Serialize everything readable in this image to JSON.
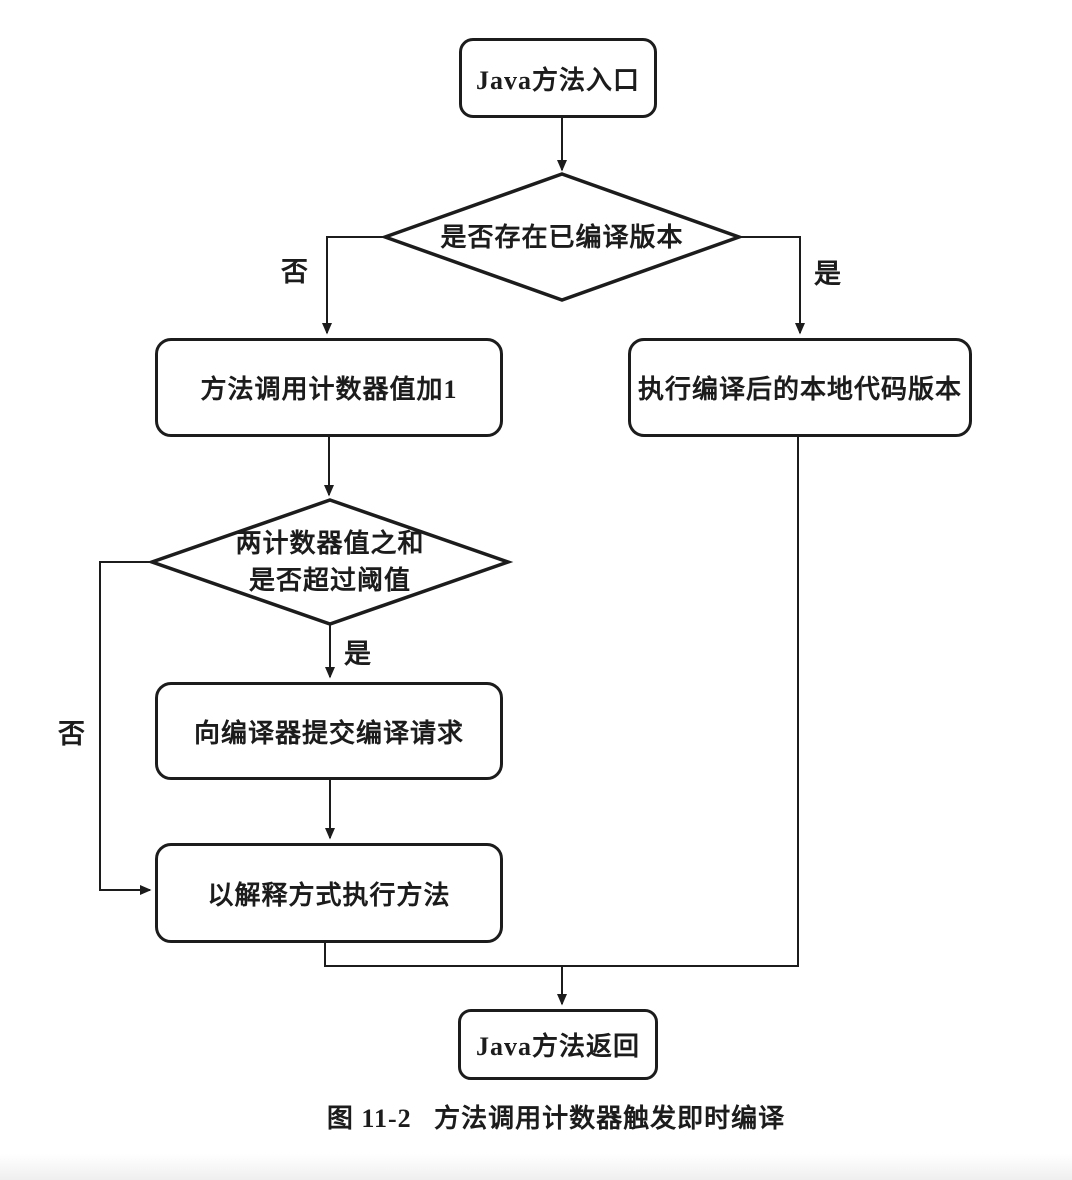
{
  "figure": {
    "caption": "图 11-2   方法调用计数器触发即时编译"
  },
  "colors": {
    "line": "#1c1c1c",
    "node_fill": "#ffffff",
    "background": "#ffffff"
  },
  "nodes": {
    "entry": {
      "label": "Java方法入口"
    },
    "has_compiled_version": {
      "label": "是否存在已编译版本"
    },
    "increment_counter": {
      "label": "方法调用计数器值加1"
    },
    "run_native_code": {
      "label": "执行编译后的本地代码版本"
    },
    "counters_over_threshold": {
      "line1": "两计数器值之和",
      "line2": "是否超过阈值"
    },
    "submit_compile_request": {
      "label": "向编译器提交编译请求"
    },
    "interpret_method": {
      "label": "以解释方式执行方法"
    },
    "method_return": {
      "label": "Java方法返回"
    }
  },
  "edge_labels": {
    "compiled_no": "否",
    "compiled_yes": "是",
    "threshold_yes": "是",
    "threshold_no": "否"
  }
}
